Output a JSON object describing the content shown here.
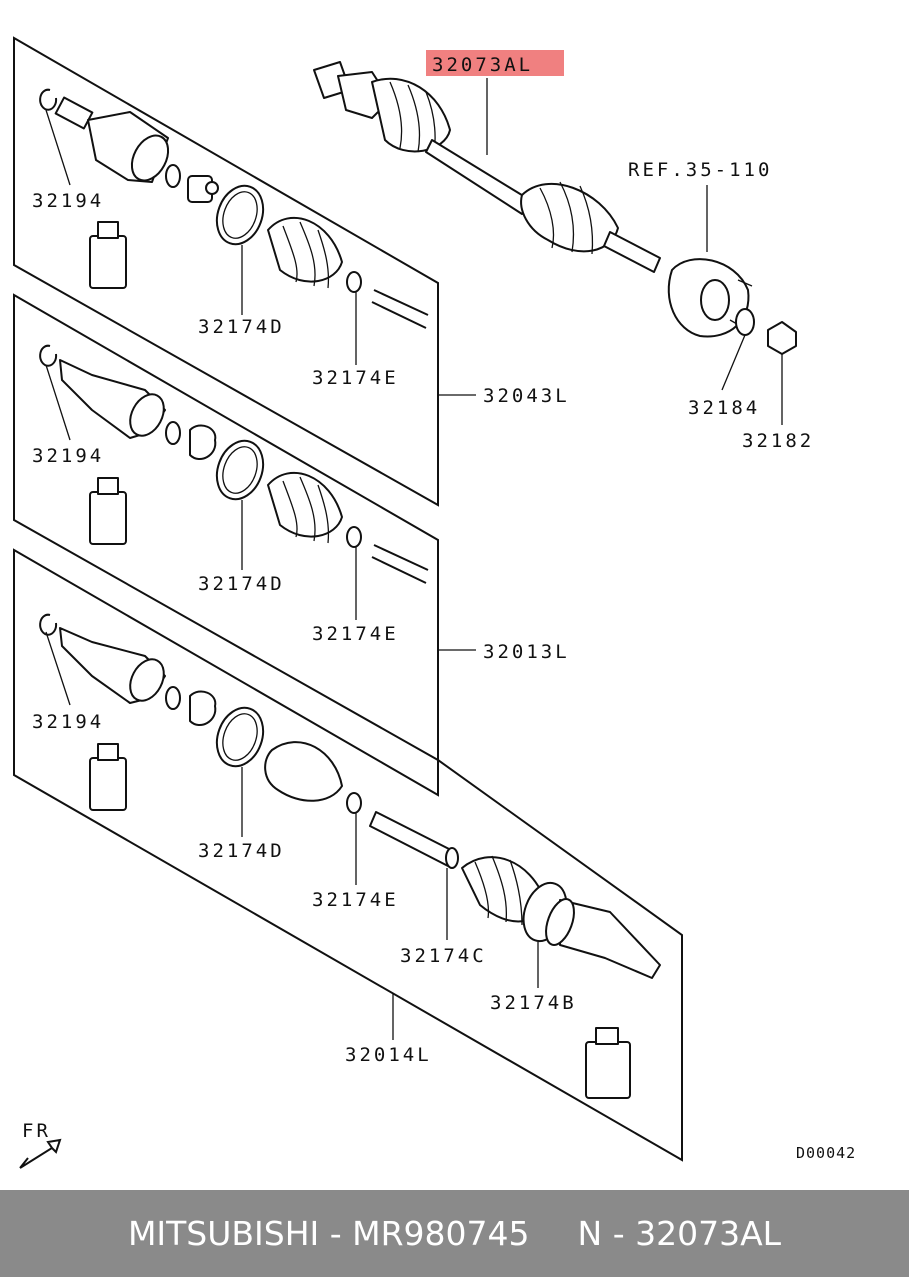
{
  "diagram": {
    "labels": {
      "main_part": "32073AL",
      "ref": "REF.35-110",
      "p32184": "32184",
      "p32182": "32182",
      "g1_circlip": "32194",
      "g1_boot_band": "32174D",
      "g1_band_small": "32174E",
      "g2_assy": "32043L",
      "g2_circlip": "32194",
      "g2_boot_band": "32174D",
      "g2_band_small": "32174E",
      "g3_assy": "32013L",
      "g3_circlip": "32194",
      "g3_boot_band": "32174D",
      "g3_band_small": "32174E",
      "g3_band_c": "32174C",
      "g3_band_b": "32174B",
      "g3_assy_lower": "32014L",
      "front_marker": "FR",
      "diagram_code": "D00042"
    },
    "highlight_color": "#f08080"
  },
  "footer": {
    "brand_part": "MITSUBISHI - MR980745",
    "ref_part": "N - 32073AL"
  }
}
